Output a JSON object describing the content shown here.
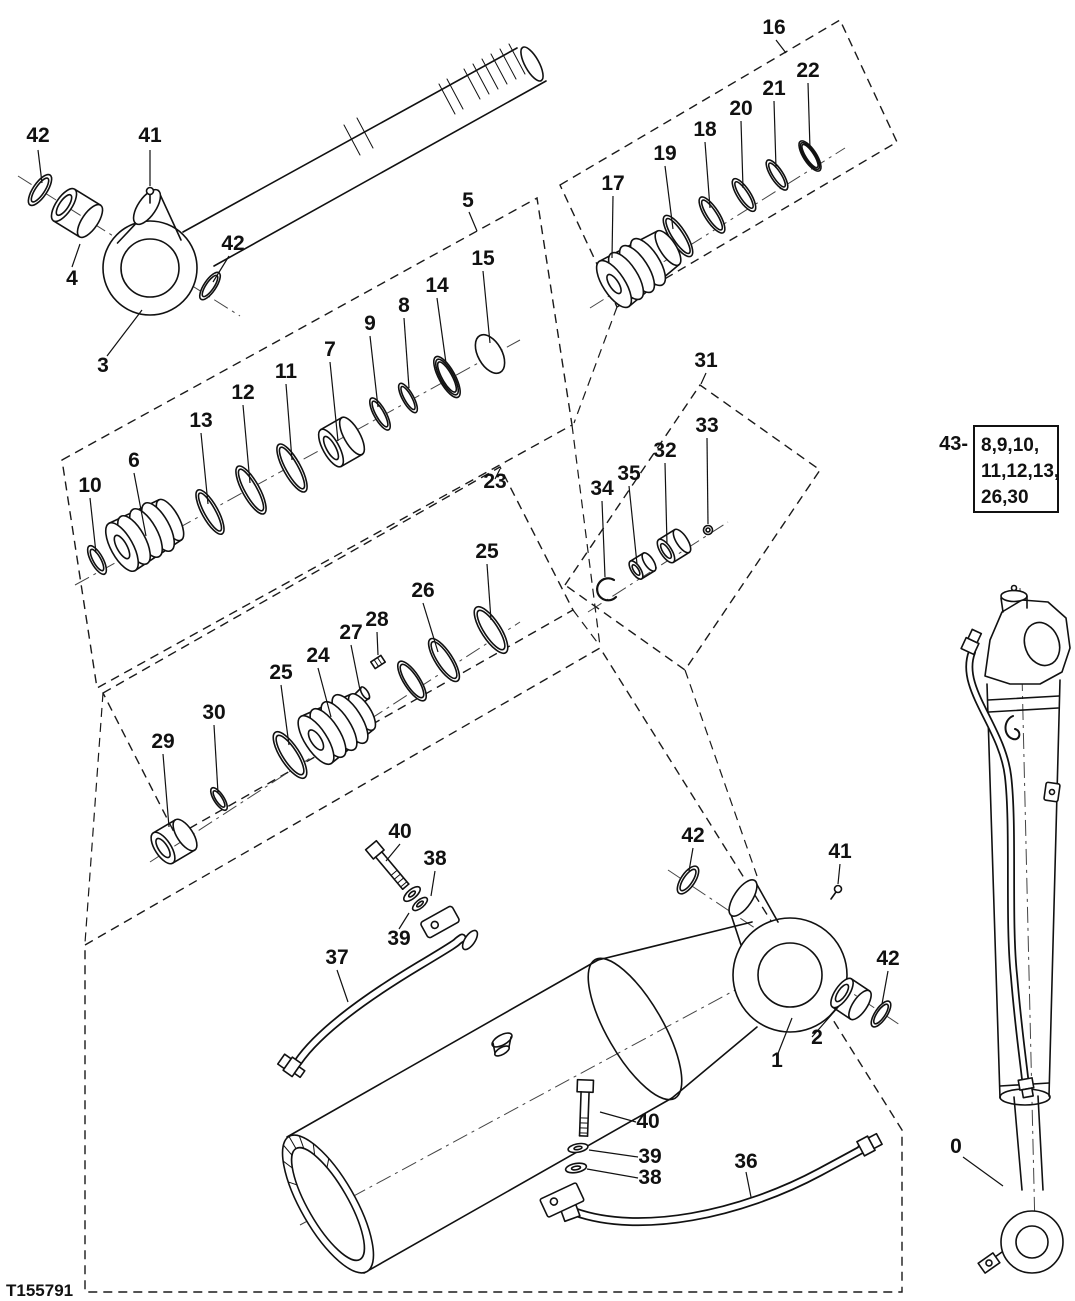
{
  "page": {
    "drawing_number": "T155791",
    "line_color": "#1a1a1a",
    "background": "#ffffff"
  },
  "reference_note": {
    "prefix": "43-",
    "lines": [
      "8,9,10,",
      "11,12,13,",
      "26,30"
    ]
  },
  "callouts": {
    "rod_oring_left": "42",
    "rod_grease_fitting": "41",
    "rod_bushing": "4",
    "rod_oring_right": "42",
    "rod_assembly": "3",
    "gland_group": "5",
    "wiper_ring": "15",
    "rod_seal": "14",
    "backup_ring_8": "8",
    "oring_9": "9",
    "buffer_seal_7": "7",
    "ring_11": "11",
    "ring_12": "12",
    "ring_13": "13",
    "gland_6": "6",
    "ring_10": "10",
    "piston_group": "16",
    "ring_22": "22",
    "ring_21": "21",
    "ring_20": "20",
    "ring_18": "18",
    "ring_19": "19",
    "piston_17": "17",
    "hardware_group": "31",
    "plug_33": "33",
    "bushing_32": "32",
    "bushing_35": "35",
    "snap_ring_34": "34",
    "piston2_group": "23",
    "seal_25_upper": "25",
    "ring_26": "26",
    "set_screw_28": "28",
    "plug_27": "27",
    "piston_24": "24",
    "seal_25_lower": "25",
    "ring_30": "30",
    "bushing_29": "29",
    "bolt_40_upper": "40",
    "washer_38_upper": "38",
    "washer_39_upper": "39",
    "oil_line_37": "37",
    "head_oring_42": "42",
    "head_grease_fitting": "41",
    "head_oring_42b": "42",
    "head_bushing_2": "2",
    "cylinder_head_1": "1",
    "bolt_40_lower": "40",
    "washer_39_lower": "39",
    "washer_38_lower": "38",
    "oil_line_36": "36",
    "assembled_cylinder": "0"
  }
}
